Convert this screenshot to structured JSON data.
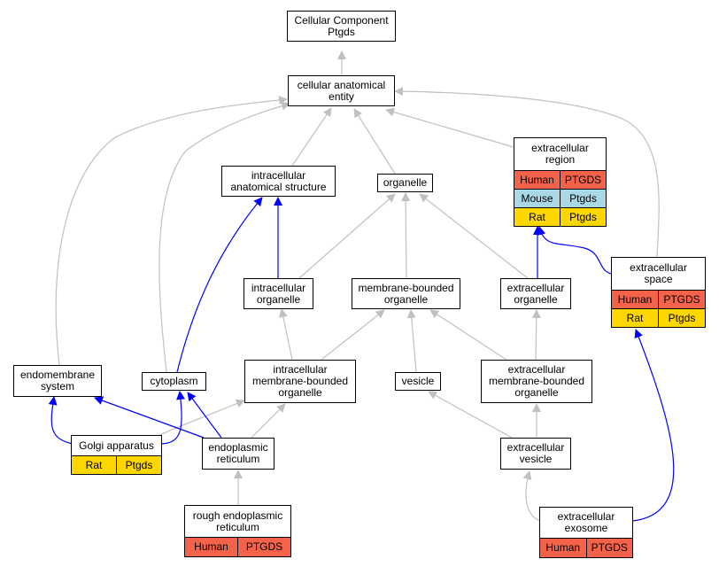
{
  "colors": {
    "human": "#f4624a",
    "mouse": "#a8d8e6",
    "rat": "#ffd700",
    "gray_edge": "#c0c0c0",
    "blue_edge": "#0000ff"
  },
  "nodes": {
    "root": {
      "lines": [
        "Cellular Component",
        "Ptgds"
      ]
    },
    "cae": {
      "lines": [
        "cellular anatomical",
        "entity"
      ]
    },
    "ias": {
      "lines": [
        "intracellular",
        "anatomical structure"
      ]
    },
    "organelle": {
      "lines": [
        "organelle"
      ]
    },
    "ecregion": {
      "lines": [
        "extracellular",
        "region"
      ],
      "annotations": [
        [
          "Human",
          "PTGDS",
          "human"
        ],
        [
          "Mouse",
          "Ptgds",
          "mouse"
        ],
        [
          "Rat",
          "Ptgds",
          "rat"
        ]
      ]
    },
    "ecspace": {
      "lines": [
        "extracellular",
        "space"
      ],
      "annotations": [
        [
          "Human",
          "PTGDS",
          "human"
        ],
        [
          "Rat",
          "Ptgds",
          "rat"
        ]
      ]
    },
    "icorg": {
      "lines": [
        "intracellular",
        "organelle"
      ]
    },
    "mborg": {
      "lines": [
        "membrane-bounded",
        "organelle"
      ]
    },
    "ecorg": {
      "lines": [
        "extracellular",
        "organelle"
      ]
    },
    "endomem": {
      "lines": [
        "endomembrane",
        "system"
      ]
    },
    "cyto": {
      "lines": [
        "cytoplasm"
      ]
    },
    "imbo": {
      "lines": [
        "intracellular",
        "membrane-bounded",
        "organelle"
      ]
    },
    "vesicle": {
      "lines": [
        "vesicle"
      ]
    },
    "embo": {
      "lines": [
        "extracellular",
        "membrane-bounded",
        "organelle"
      ]
    },
    "golgi": {
      "lines": [
        "Golgi apparatus"
      ],
      "annotations": [
        [
          "Rat",
          "Ptgds",
          "rat"
        ]
      ]
    },
    "er": {
      "lines": [
        "endoplasmic",
        "reticulum"
      ]
    },
    "ecves": {
      "lines": [
        "extracellular",
        "vesicle"
      ]
    },
    "rer": {
      "lines": [
        "rough endoplasmic",
        "reticulum"
      ],
      "annotations": [
        [
          "Human",
          "PTGDS",
          "human"
        ]
      ]
    },
    "exo": {
      "lines": [
        "extracellular",
        "exosome"
      ],
      "annotations": [
        [
          "Human",
          "PTGDS",
          "human"
        ]
      ]
    }
  }
}
